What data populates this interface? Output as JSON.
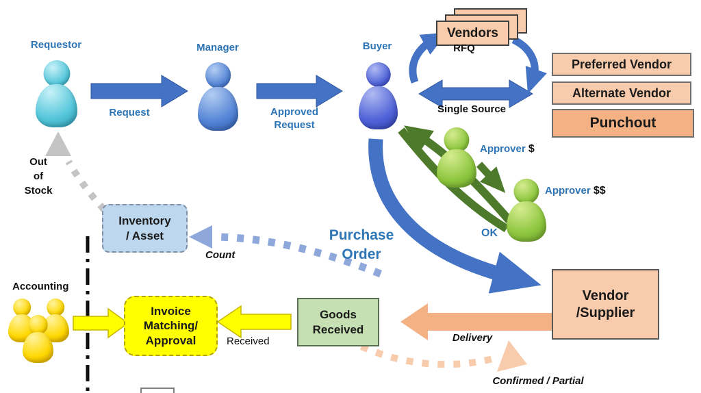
{
  "title": "Procurement process flow diagram",
  "colors": {
    "arrow_blue": "#4472C4",
    "label_blue": "#2E75B6",
    "arrow_green": "#4E7A2B",
    "peach_box": "#F7CBAC",
    "punchout_box": "#F4B183",
    "delivery_arrow": "#F4B183",
    "confirmed_arrow": "#F8CBAD",
    "count_arrow": "#8FA8DB",
    "out_of_stock_arrow": "#C4C4C4",
    "goods_box": "#C6E0B4",
    "inventory_box": "#BDD7EE",
    "invoice_box": "#FFFF00"
  },
  "actors": {
    "requestor": "Requestor",
    "manager": "Manager",
    "buyer": "Buyer",
    "approver1": "Approver",
    "approver1_suffix": "$",
    "approver2": "Approver",
    "approver2_suffix": "$$",
    "accounting": "Accounting"
  },
  "boxes": {
    "vendors": "Vendors",
    "preferred_vendor": "Preferred Vendor",
    "alternate_vendor": "Alternate Vendor",
    "punchout": "Punchout",
    "vendor_supplier_line1": "Vendor",
    "vendor_supplier_line2": "/Supplier",
    "goods_received_line1": "Goods",
    "goods_received_line2": "Received",
    "inventory_line1": "Inventory",
    "inventory_line2": "/ Asset",
    "invoice_line1": "Invoice",
    "invoice_line2": "Matching/",
    "invoice_line3": "Approval"
  },
  "flows": {
    "request": "Request",
    "approved_request_line1": "Approved",
    "approved_request_line2": "Request",
    "rfq": "RFQ",
    "single_source": "Single Source",
    "ok": "OK",
    "purchase_order_line1": "Purchase",
    "purchase_order_line2": "Order",
    "out_of_stock_line1": "Out",
    "out_of_stock_line2": "of",
    "out_of_stock_line3": "Stock",
    "count": "Count",
    "delivery": "Delivery",
    "received": "Received",
    "confirmed_partial": "Confirmed / Partial"
  }
}
